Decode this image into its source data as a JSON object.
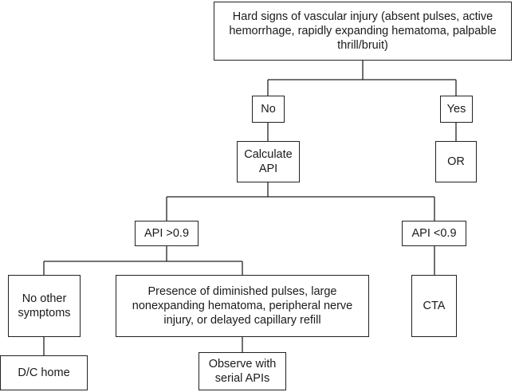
{
  "flowchart": {
    "nodes": {
      "hard_signs": "Hard signs of vascular injury (absent pulses, active hemorrhage, rapidly expanding hematoma, palpable thrill/bruit)",
      "no": "No",
      "yes": "Yes",
      "calculate_api": "Calculate API",
      "or": "OR",
      "api_gt": "API >0.9",
      "api_lt": "API <0.9",
      "no_other": "No other symptoms",
      "presence": "Presence of diminished pulses, large nonexpanding hematoma, peripheral nerve injury, or delayed capillary refill",
      "cta": "CTA",
      "dc_home": "D/C home",
      "observe": "Observe with serial APIs"
    },
    "edges": [
      {
        "from": "hard_signs",
        "to": "no"
      },
      {
        "from": "hard_signs",
        "to": "yes"
      },
      {
        "from": "no",
        "to": "calculate_api"
      },
      {
        "from": "yes",
        "to": "or"
      },
      {
        "from": "calculate_api",
        "to": "api_gt"
      },
      {
        "from": "calculate_api",
        "to": "api_lt"
      },
      {
        "from": "api_gt",
        "to": "no_other"
      },
      {
        "from": "api_gt",
        "to": "presence"
      },
      {
        "from": "api_lt",
        "to": "cta"
      },
      {
        "from": "no_other",
        "to": "dc_home"
      },
      {
        "from": "presence",
        "to": "observe"
      }
    ]
  }
}
